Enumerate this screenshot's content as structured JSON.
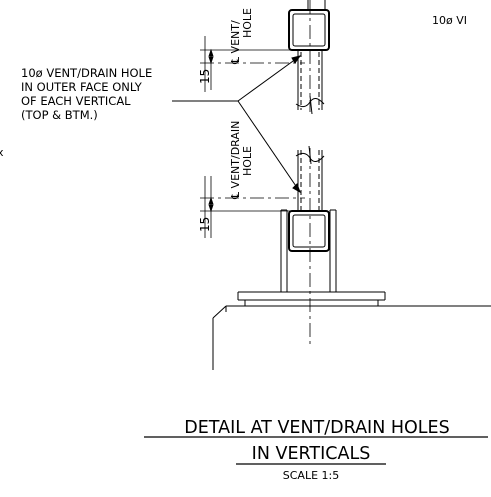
{
  "labels": {
    "top_right_fragment": "10ø VI",
    "left_edge_fragment": "x",
    "callout_line1": "10ø VENT/DRAIN HOLE",
    "callout_line2": "IN OUTER FACE ONLY",
    "callout_line3": "OF EACH VERTICAL",
    "callout_line4": "(TOP & BTM.)",
    "upper_centerline_label": "℄ VENT/",
    "upper_hole_label": "HOLE",
    "lower_centerline_label": "℄ VENT/DRAIN",
    "lower_hole_label": "HOLE",
    "dim_upper": "15",
    "dim_lower": "15"
  },
  "title": {
    "line1": "DETAIL AT VENT/DRAIN HOLES",
    "line2": "IN VERTICALS",
    "scale": "SCALE 1:5"
  }
}
